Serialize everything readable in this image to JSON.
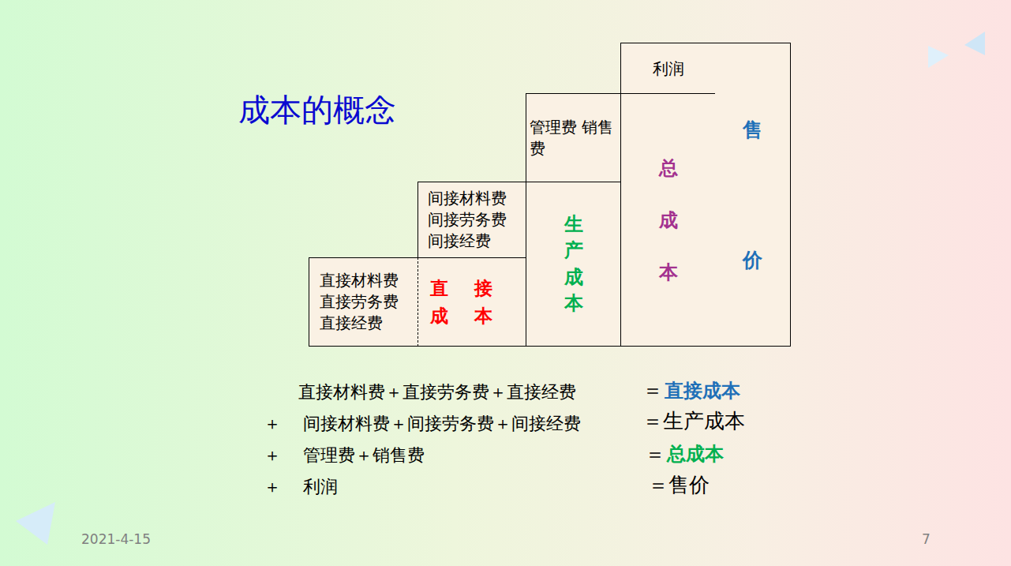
{
  "diagram": {
    "title": "成本的概念",
    "nodes": [
      {
        "text": [
          "直接材料费 直接劳务费 直接经费"
        ]
      },
      {
        "text": [
          "直接成本"
        ]
      },
      {
        "text": [
          "间接材料费 间接劳务费 间接经费"
        ]
      },
      {
        "text": [
          "生产成本"
        ]
      },
      {
        "text": [
          "管理费 销售费"
        ]
      },
      {
        "text": [
          "总成本"
        ]
      },
      {
        "text": [
          "利润"
        ]
      },
      {
        "text": [
          "售价"
        ]
      }
    ],
    "labels": [
      "直接材料费＋直接劳务费＋直接经费",
      "＝",
      "直接成本",
      "＋",
      "间接材料费＋间接劳务费＋间接经费",
      "＝生产成本",
      "＋",
      "管理费＋销售费",
      "＝",
      "总成本",
      "＋",
      "利润",
      "＝售价",
      "2021-4-15",
      "7"
    ]
  }
}
